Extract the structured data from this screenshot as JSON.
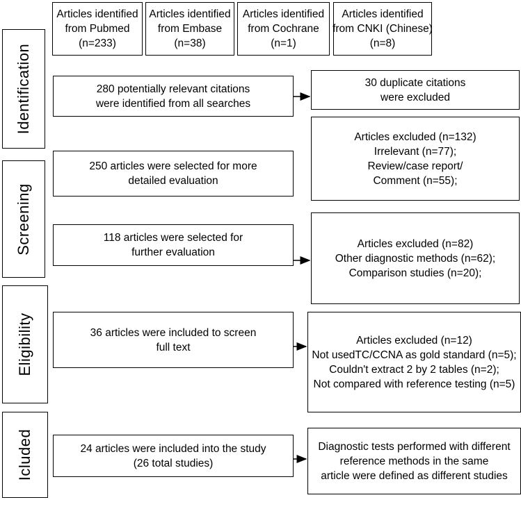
{
  "sources": [
    {
      "line1": "Articles identified",
      "line2": "from Pubmed",
      "line3": "(n=233)"
    },
    {
      "line1": "Articles identified",
      "line2": "from Embase",
      "line3": "(n=38)"
    },
    {
      "line1": "Articles identified",
      "line2": "from Cochrane",
      "line3": "(n=1)"
    },
    {
      "line1": "Articles identified",
      "line2": "from CNKI (Chinese)",
      "line3": "(n=8)"
    }
  ],
  "stages": {
    "identification": "Identification",
    "screening": "Screening",
    "eligibility": "Eligibility",
    "included": "Icluded"
  },
  "main_boxes": [
    {
      "line1": "280 potentially relevant citations",
      "line2": "were identified from all searches"
    },
    {
      "line1": "250 articles were selected for more",
      "line2": "detailed evaluation"
    },
    {
      "line1": "118 articles were selected for",
      "line2": "further evaluation"
    },
    {
      "line1": "36 articles were included to screen",
      "line2": "full text"
    },
    {
      "line1": "24 articles were included into the study",
      "line2": "(26 total studies)"
    }
  ],
  "side_boxes": [
    {
      "lines": [
        "30 duplicate citations",
        "were excluded"
      ]
    },
    {
      "lines": [
        "Articles excluded (n=132)",
        "Irrelevant (n=77);",
        "Review/case report/",
        "Comment (n=55);"
      ]
    },
    {
      "lines": [
        "Articles excluded (n=82)",
        "Other diagnostic methods (n=62);",
        "Comparison studies (n=20);"
      ]
    },
    {
      "lines": [
        "Articles excluded (n=12)",
        "Not usedTC/CCNA as gold standard (n=5);",
        "Couldn't extract 2 by 2 tables (n=2);",
        "Not compared with reference testing (n=5)"
      ]
    },
    {
      "lines": [
        "Diagnostic tests performed with different",
        "reference methods in the same",
        "article were defined as different studies"
      ]
    }
  ]
}
